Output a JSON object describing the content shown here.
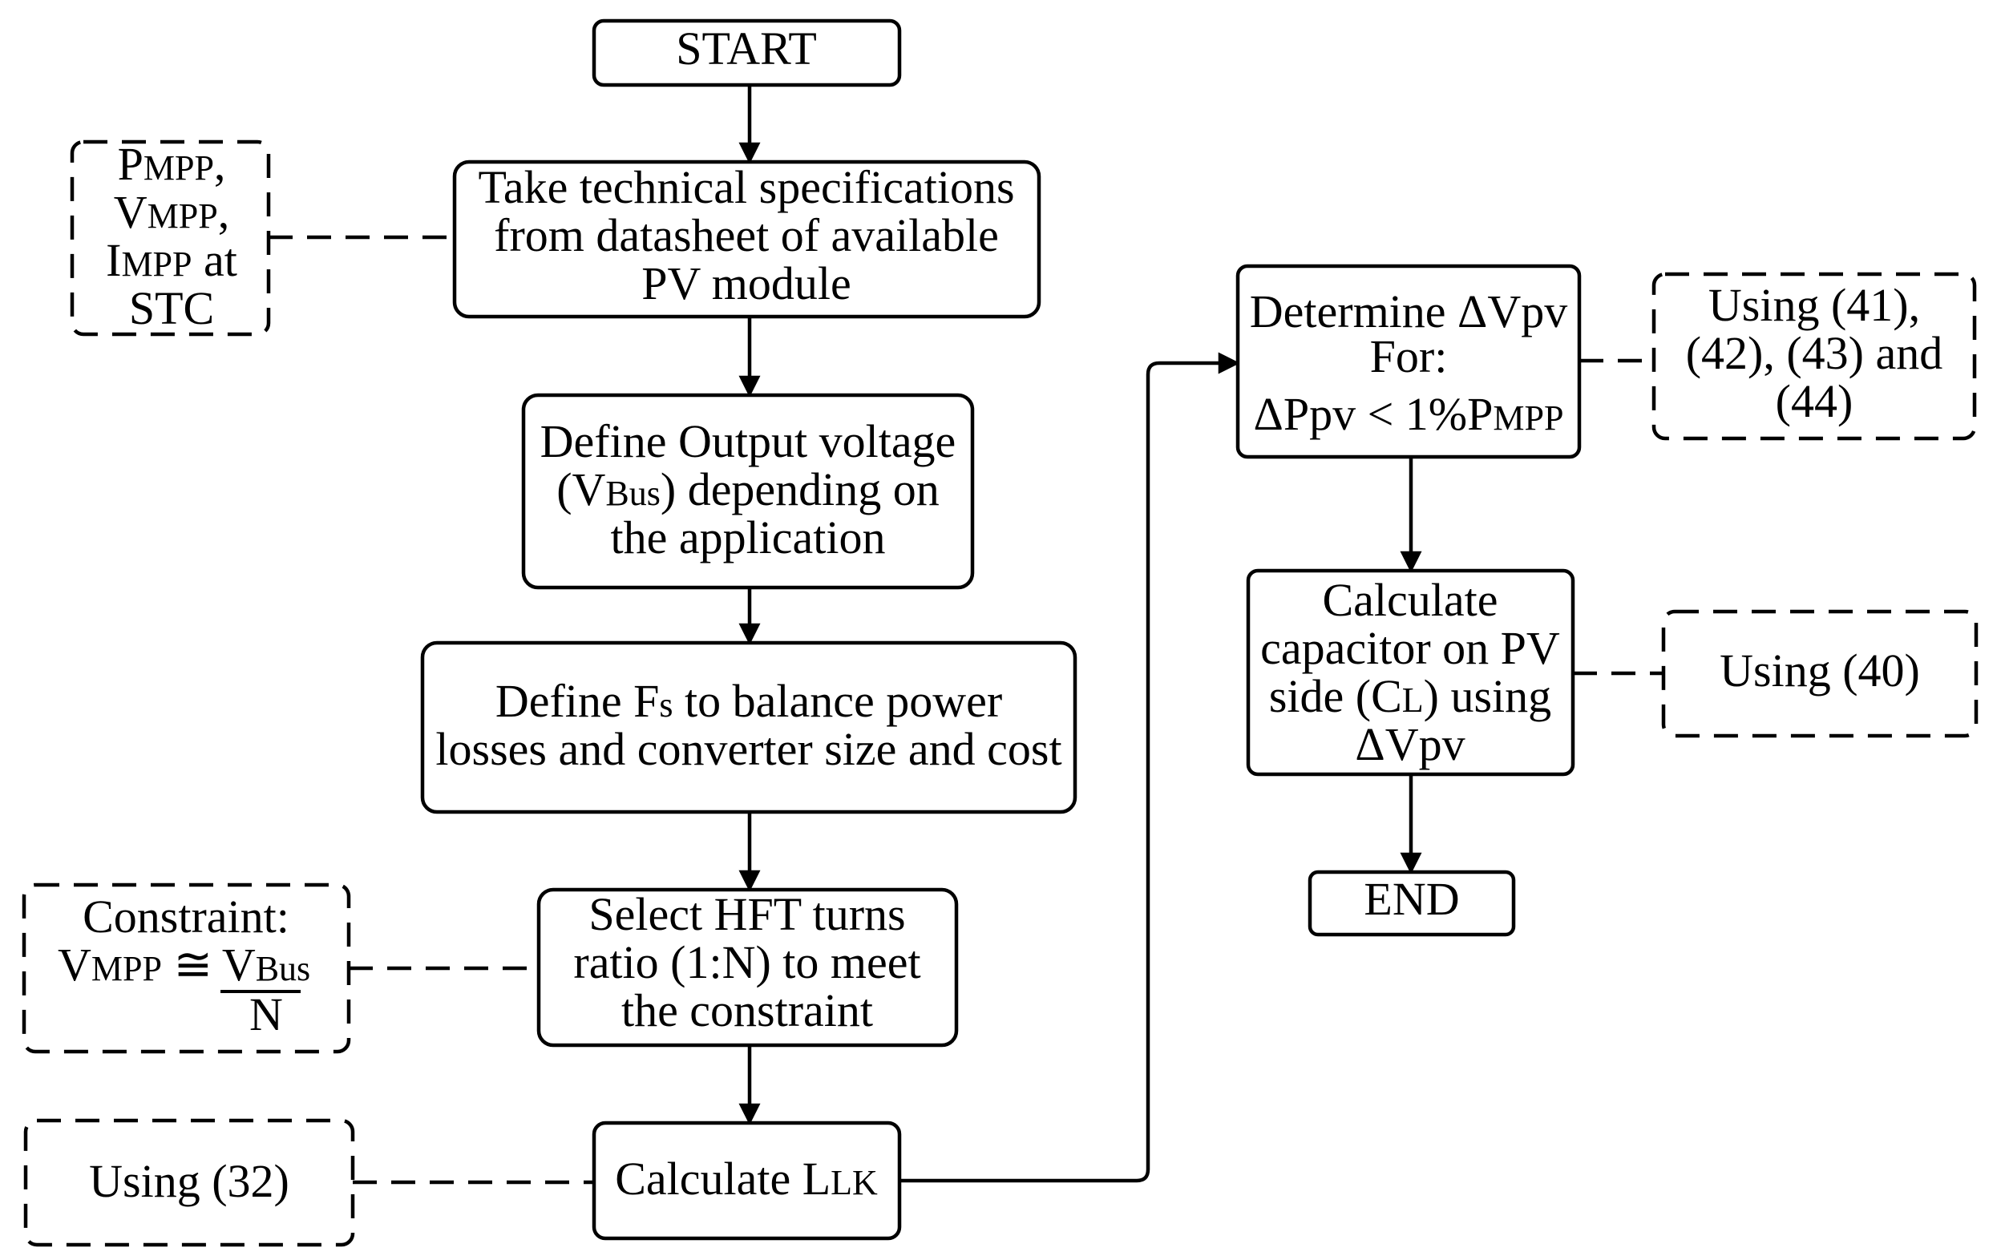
{
  "nodes": {
    "start": {
      "lines": [
        "START"
      ]
    },
    "take_specs": {
      "lines": [
        "Take technical specifications",
        "from datasheet of available",
        "PV module"
      ]
    },
    "define_output": {
      "line1": "Define Output voltage",
      "line2_open": "(V",
      "line2_sub": "Bus",
      "line2_rest": ") depending on",
      "line3": "the application"
    },
    "define_fs": {
      "line1_pre": "Define F",
      "line1_sub": "s",
      "line1_post": " to balance power",
      "line2": "losses and converter size and cost"
    },
    "select_hft": {
      "lines": [
        "Select HFT turns",
        "ratio (1:N) to meet",
        "the constraint"
      ]
    },
    "calc_llk": {
      "pre": "Calculate L",
      "sub": "LK"
    },
    "determine_dvpv": {
      "line1": "Determine ΔVpv",
      "line2": "For:",
      "line3_pre": "ΔPpv < 1%P",
      "line3_sub": "MPP"
    },
    "calc_cap": {
      "line1": "Calculate",
      "line2": "capacitor on PV",
      "line3_pre": "side (C",
      "line3_sub": "L",
      "line3_post": ") using",
      "line4": "ΔVpv"
    },
    "end": {
      "lines": [
        "END"
      ]
    }
  },
  "notes": {
    "stc": {
      "p": "P",
      "p_sub": "MPP",
      "p_post": ",",
      "v": "V",
      "v_sub": "MPP",
      "v_post": ",",
      "i": "I",
      "i_sub": "MPP",
      "i_post": " at",
      "last": "STC"
    },
    "constraint": {
      "line1": "Constraint:",
      "v": "V",
      "v_sub": "MPP",
      "approx": " ≅ ",
      "num": "V",
      "num_sub": "Bus",
      "den": "N"
    },
    "using32": {
      "text": "Using (32)"
    },
    "using41": {
      "lines": [
        "Using (41),",
        "(42), (43) and",
        "(44)"
      ]
    },
    "using40": {
      "text": "Using (40)"
    }
  }
}
